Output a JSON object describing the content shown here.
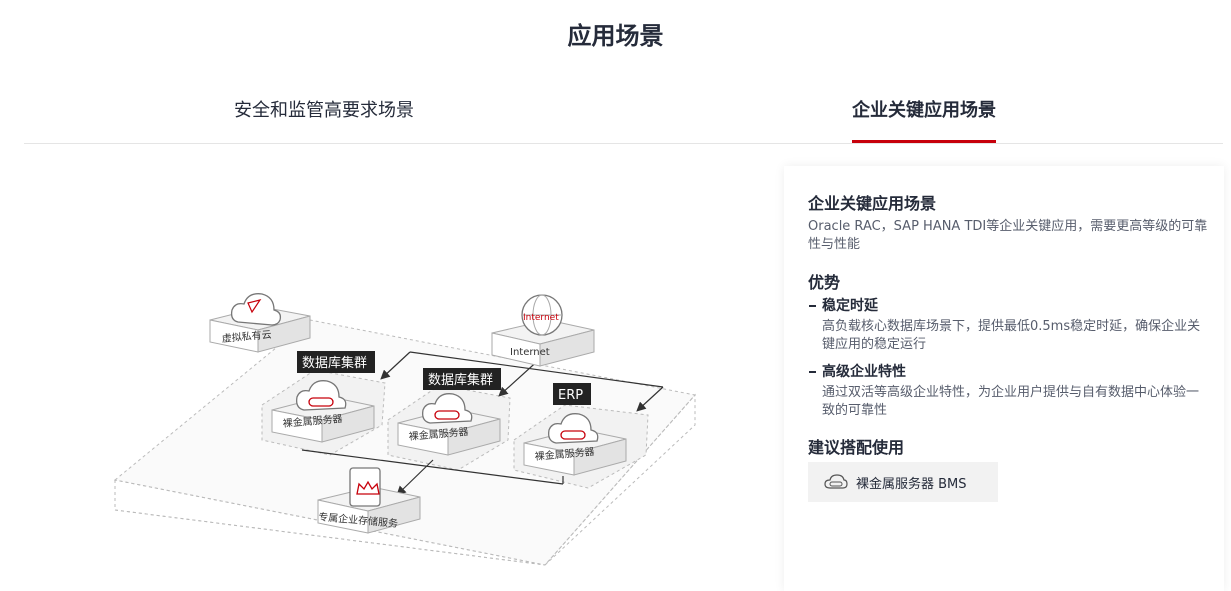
{
  "page": {
    "title": "应用场景"
  },
  "tabs": [
    {
      "label": "安全和监管高要求场景",
      "active": false
    },
    {
      "label": "企业关键应用场景",
      "active": true
    }
  ],
  "diagram": {
    "nodes": {
      "vpc": "虚拟私有云",
      "internet": "Internet",
      "internet_globe_text": "Internet",
      "bms1": "裸金属服务器",
      "bms2": "裸金属服务器",
      "bms3": "裸金属服务器",
      "storage": "专属企业存储服务"
    },
    "tags": {
      "db1": "数据库集群",
      "db2": "数据库集群",
      "erp": "ERP"
    }
  },
  "detail": {
    "title": "企业关键应用场景",
    "description": "Oracle RAC，SAP HANA TDI等企业关键应用，需要更高等级的可靠性与性能",
    "advantages_title": "优势",
    "features": [
      {
        "title": "稳定时延",
        "body": "高负载核心数据库场景下，提供最低0.5ms稳定时延，确保企业关键应用的稳定运行"
      },
      {
        "title": "高级企业特性",
        "body": "通过双活等高级企业特性，为企业用户提供与自有数据中心体验一致的可靠性"
      }
    ],
    "recommend_title": "建议搭配使用",
    "recommend_item": "裸金属服务器 BMS"
  },
  "colors": {
    "accent": "#c7000b",
    "text": "#252b3a",
    "muted": "#575d6c"
  },
  "icons": [
    "cloud-icon",
    "globe-icon",
    "server-icon",
    "crown-icon",
    "cloud-server-icon"
  ]
}
